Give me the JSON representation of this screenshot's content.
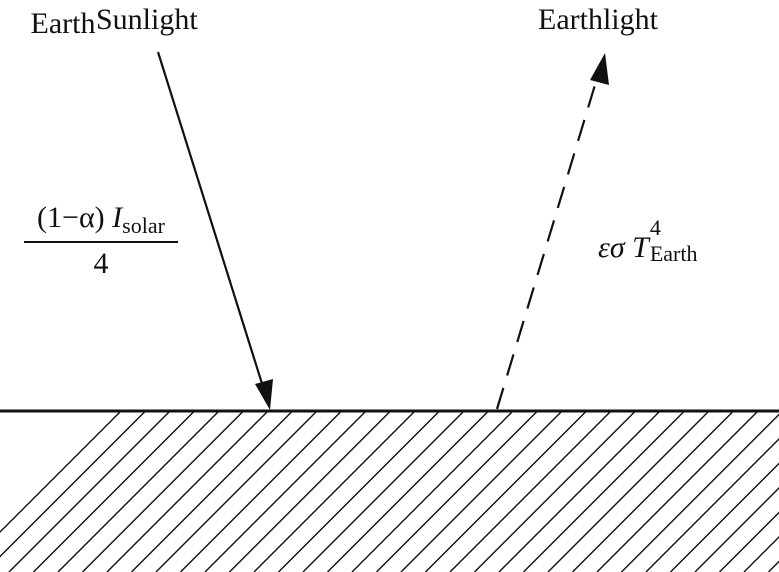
{
  "labels": {
    "sunlight": "Sunlight",
    "earthlight": "Earthlight",
    "earth": "Earth"
  },
  "absorbed_flux": {
    "numerator_prefix": "(1−α) ",
    "symbol": "I",
    "subscript": "solar",
    "denominator": "4"
  },
  "emitted_flux": {
    "prefix": "εσ ",
    "symbol": "T",
    "superscript": "4",
    "subscript": "Earth"
  },
  "colors": {
    "ink": "#111111",
    "background": "#ffffff"
  }
}
